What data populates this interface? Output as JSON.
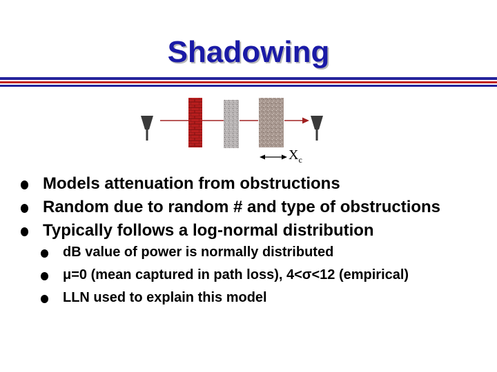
{
  "slide": {
    "title": "Shadowing",
    "diagram": {
      "label_main": "X",
      "label_sub": "c"
    },
    "bullets": [
      "Models attenuation from obstructions",
      "Random due to random # and type of obstructions",
      "Typically follows a log-normal distribution"
    ],
    "sub_bullets": [
      "dB value of power is normally distributed",
      "μ=0 (mean captured in path loss), 4<σ<12 (empirical)",
      "LLN used to explain this model"
    ]
  }
}
